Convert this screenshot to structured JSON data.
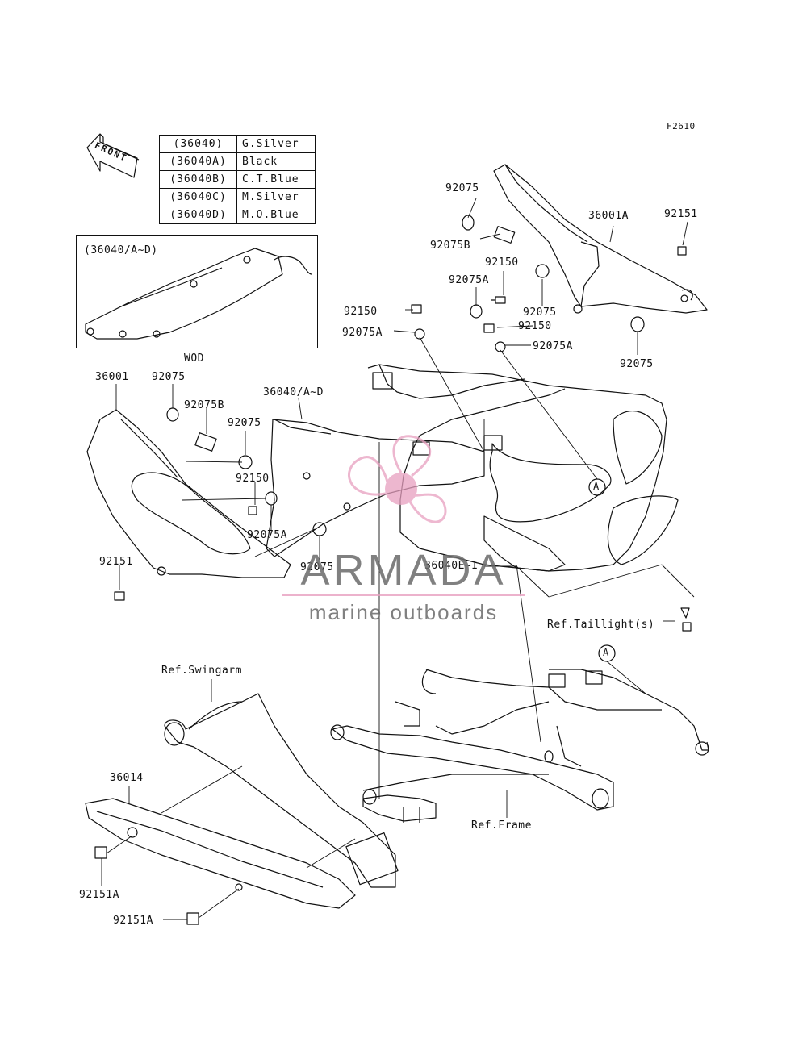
{
  "figure_code": "F2610",
  "front_label": "FRONT",
  "color_table": [
    {
      "code": "(36040)",
      "color": "G.Silver"
    },
    {
      "code": "(36040A)",
      "color": "Black"
    },
    {
      "code": "(36040B)",
      "color": "C.T.Blue"
    },
    {
      "code": "(36040C)",
      "color": "M.Silver"
    },
    {
      "code": "(36040D)",
      "color": "M.O.Blue"
    }
  ],
  "inset": {
    "title": "(36040/A~D)",
    "caption": "WOD"
  },
  "labels": {
    "p92075_top": "92075",
    "p92075b_top": "92075B",
    "p36001a": "36001A",
    "p92151_top": "92151",
    "p92150_top": "92150",
    "p92075a_top": "92075A",
    "p92075_mid": "92075",
    "p92150_left": "92150",
    "p92075a_left": "92075A",
    "p92150_right": "92150",
    "p92075a_right": "92075A",
    "p92075_right": "92075",
    "p36001": "36001",
    "p92075_l1": "92075",
    "p92075b_l": "92075B",
    "p36040_ad": "36040/A~D",
    "p92075_l2": "92075",
    "p92150_l": "92150",
    "p92075a_l": "92075A",
    "p92075_l3": "92075",
    "p92151_l": "92151",
    "p36040e": "36040E~I",
    "ref_taillight": "Ref.Taillight(s)",
    "ref_swingarm": "Ref.Swingarm",
    "p36014": "36014",
    "ref_frame": "Ref.Frame",
    "p92151a_1": "92151A",
    "p92151a_2": "92151A",
    "callout_a1": "A",
    "callout_a2": "A"
  },
  "watermark": {
    "title": "ARMADA",
    "subtitle": "marine outboards",
    "color": "#e8a0c0"
  }
}
